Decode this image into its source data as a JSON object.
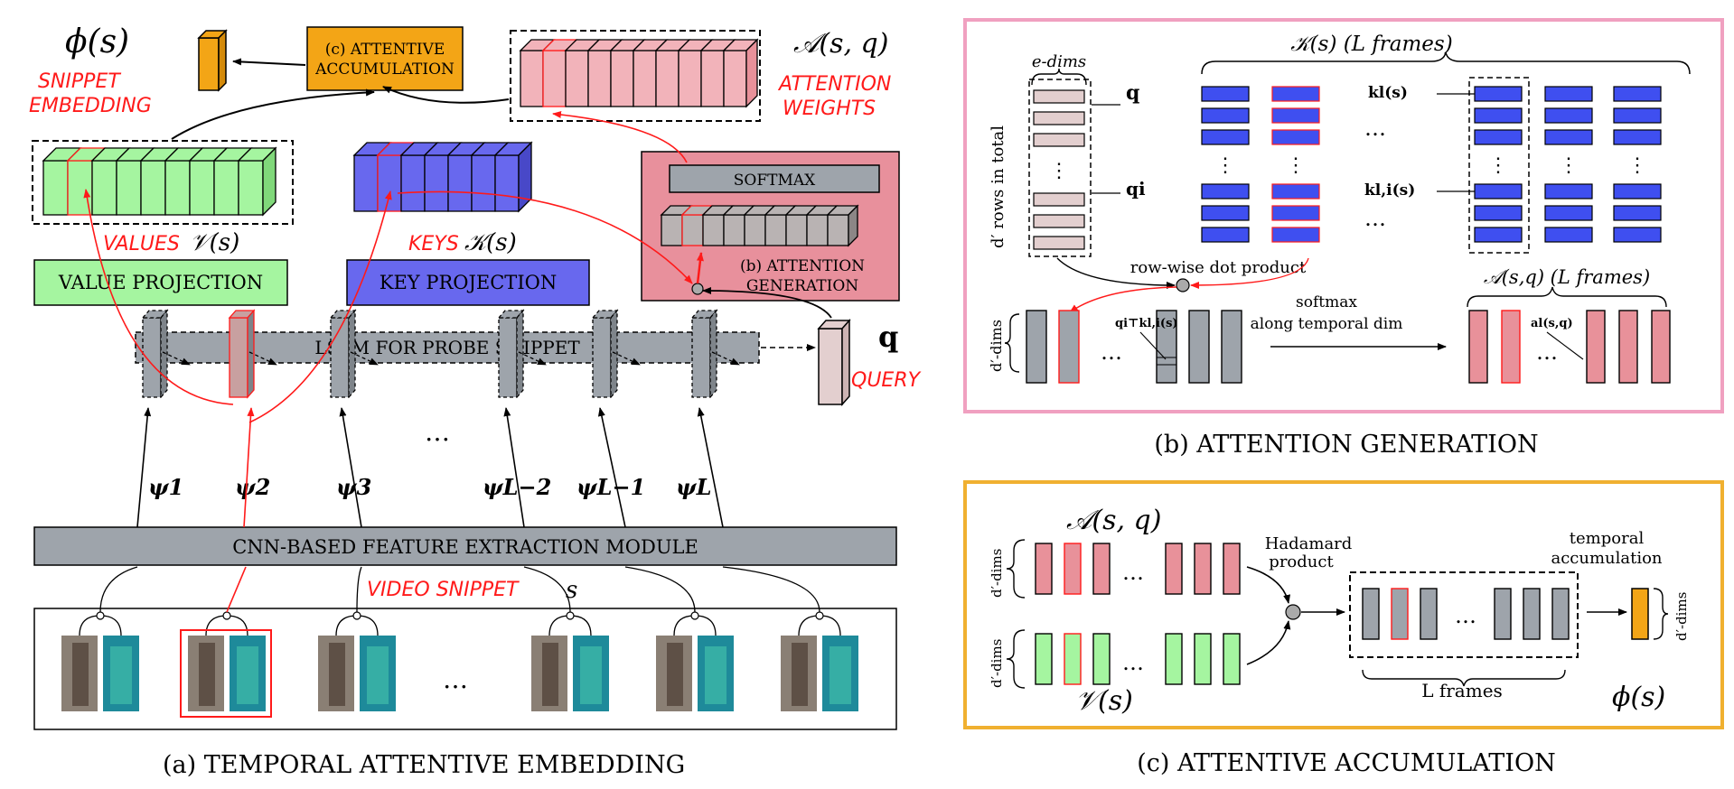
{
  "colors": {
    "gray": "#9ea4ab",
    "green": "#a5f5a0",
    "blue": "#6868ee",
    "blueBar": "#3f4ff0",
    "pink": "#e8919a",
    "pinkLight": "#f2b3ba",
    "pinkBox": "#e8909c",
    "orange": "#f3a516",
    "red": "#ff1a1a",
    "queryBox": "#e3cfcf",
    "panelPinkBorder": "#f0a0c0",
    "panelOrangeBorder": "#f0b030"
  },
  "panel_a": {
    "caption": "(a)   TEMPORAL ATTENTIVE EMBEDDING",
    "phi": "ϕ(s)",
    "snippet_embedding": [
      "SNIPPET",
      "EMBEDDING"
    ],
    "accum_box": [
      "(c) ATTENTIVE",
      "ACCUMULATION"
    ],
    "attn_math": "𝒜(s, q)",
    "attention_weights": [
      "ATTENTION",
      "WEIGHTS"
    ],
    "softmax": "SOFTMAX",
    "attn_gen_box": [
      "(b) ATTENTION",
      "GENERATION"
    ],
    "values_label": "VALUES",
    "values_math": "𝒱(s)",
    "keys_label": "KEYS",
    "keys_math": "𝒦(s)",
    "value_projection": "VALUE PROJECTION",
    "key_projection": "KEY PROJECTION",
    "lstm": "LSTM FOR PROBE SNIPPET",
    "q": "q",
    "query": "QUERY",
    "ellipsis": "…",
    "psi_labels": [
      "ψ1",
      "ψ2",
      "ψ3",
      "ψL−2",
      "ψL−1",
      "ψL"
    ],
    "cnn": "CNN-BASED FEATURE EXTRACTION MODULE",
    "video_snippet": "VIDEO SNIPPET",
    "s": "s"
  },
  "panel_b": {
    "caption": "(b)  ATTENTION GENERATION",
    "k_title": "𝒦(s) (L frames)",
    "e_dims": "e-dims",
    "d_rows": "d′ rows in total",
    "q": "q",
    "qi": "qi",
    "kl": "kl(s)",
    "kli": "kl,i(s)",
    "rowwise": "row-wise  dot product",
    "a_title": "𝒜(s,q) (L frames)",
    "d_dims": "d′-dims",
    "qk": "qi⊤kl,i(s)",
    "softmax1": "softmax",
    "softmax2": "along temporal dim",
    "al": "al(s,q)"
  },
  "panel_c": {
    "caption": "(c)  ATTENTIVE ACCUMULATION",
    "a_math": "𝒜(s, q)",
    "v_math": "𝒱(s)",
    "hadamard": [
      "Hadamard",
      "product"
    ],
    "temporal": [
      "temporal",
      "accumulation"
    ],
    "d_dims": "d′-dims",
    "l_frames": "L   frames",
    "phi": "ϕ(s)",
    "ellipsis": "…"
  }
}
